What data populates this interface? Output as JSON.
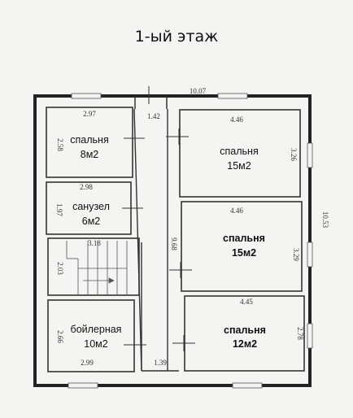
{
  "title": "1-ый этаж",
  "dimensions": {
    "total_width": "10.07",
    "total_height": "10.53",
    "corridor_top": "1.42",
    "corridor_length": "9.68",
    "corridor_bottom": "1.39",
    "bedroom1_w": "2.97",
    "bedroom1_h": "2.58",
    "bath_w": "2.98",
    "bath_h": "1.97",
    "stairs_w": "3.18",
    "stairs_h": "2.03",
    "boiler_w": "2.99",
    "boiler_h": "2.66",
    "bedroom2_w": "4.46",
    "bedroom2_h": "3.26",
    "bedroom3_w": "4.46",
    "bedroom3_h": "3.29",
    "bedroom4_w": "4.45",
    "bedroom4_h": "2.78"
  },
  "rooms": {
    "bedroom1": {
      "name": "спальня",
      "area": "8м2"
    },
    "bath": {
      "name": "санузел",
      "area": "6м2"
    },
    "boiler": {
      "name": "бойлерная",
      "area": "10м2"
    },
    "bedroom2": {
      "name": "спальня",
      "area": "15м2"
    },
    "bedroom3": {
      "name": "спальня",
      "area": "15м2"
    },
    "bedroom4": {
      "name": "спальня",
      "area": "12м2"
    }
  }
}
